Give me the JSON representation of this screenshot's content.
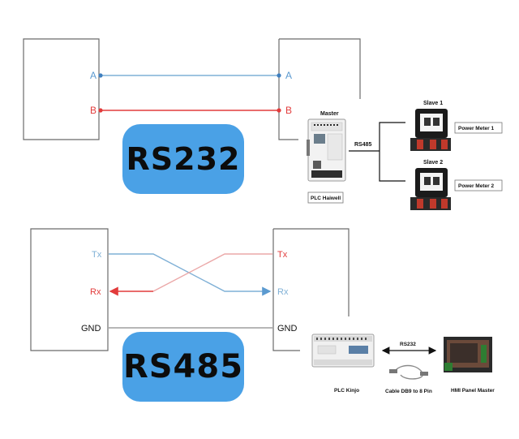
{
  "top": {
    "protocol_label": "RS232",
    "line_a": "A",
    "line_b": "B",
    "master_title": "Master",
    "plc_caption": "PLC Haiwell",
    "link_label": "RS485",
    "slave1_title": "Slave 1",
    "slave2_title": "Slave 2",
    "meter1_label": "Power Meter 1",
    "meter2_label": "Power Meter 2"
  },
  "bottom": {
    "protocol_label": "RS485",
    "tx": "Tx",
    "rx": "Rx",
    "gnd": "GND",
    "link_label": "RS232",
    "plc_caption": "PLC Kinjo",
    "cable_caption": "Cable DB9 to 8 Pin",
    "hmi_caption": "HMI Panel Master"
  },
  "colors": {
    "blue_line": "#7fb0d6",
    "red_line": "#e23b3b",
    "pink_line": "#eba8a8",
    "pill": "#4aa1e6",
    "box_border": "#6b6b6b"
  }
}
